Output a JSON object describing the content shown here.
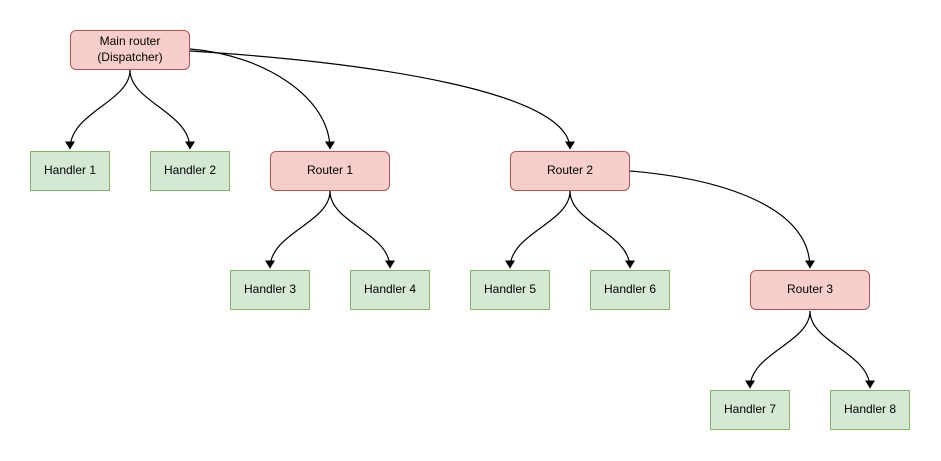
{
  "diagram": {
    "colors": {
      "router_fill": "#f8cecc",
      "router_border": "#b85450",
      "handler_fill": "#d5e8d4",
      "handler_border": "#82b366",
      "edge": "#000000"
    },
    "nodes": {
      "main_router": {
        "label": "Main router\n(Dispatcher)",
        "type": "router"
      },
      "handler_1": {
        "label": "Handler 1",
        "type": "handler"
      },
      "handler_2": {
        "label": "Handler 2",
        "type": "handler"
      },
      "router_1": {
        "label": "Router 1",
        "type": "router"
      },
      "router_2": {
        "label": "Router 2",
        "type": "router"
      },
      "handler_3": {
        "label": "Handler 3",
        "type": "handler"
      },
      "handler_4": {
        "label": "Handler 4",
        "type": "handler"
      },
      "handler_5": {
        "label": "Handler 5",
        "type": "handler"
      },
      "handler_6": {
        "label": "Handler 6",
        "type": "handler"
      },
      "router_3": {
        "label": "Router 3",
        "type": "router"
      },
      "handler_7": {
        "label": "Handler 7",
        "type": "handler"
      },
      "handler_8": {
        "label": "Handler 8",
        "type": "handler"
      }
    },
    "edges": [
      {
        "from": "main_router",
        "to": "handler_1"
      },
      {
        "from": "main_router",
        "to": "handler_2"
      },
      {
        "from": "main_router",
        "to": "router_1"
      },
      {
        "from": "main_router",
        "to": "router_2"
      },
      {
        "from": "router_1",
        "to": "handler_3"
      },
      {
        "from": "router_1",
        "to": "handler_4"
      },
      {
        "from": "router_2",
        "to": "handler_5"
      },
      {
        "from": "router_2",
        "to": "handler_6"
      },
      {
        "from": "router_2",
        "to": "router_3"
      },
      {
        "from": "router_3",
        "to": "handler_7"
      },
      {
        "from": "router_3",
        "to": "handler_8"
      }
    ]
  }
}
